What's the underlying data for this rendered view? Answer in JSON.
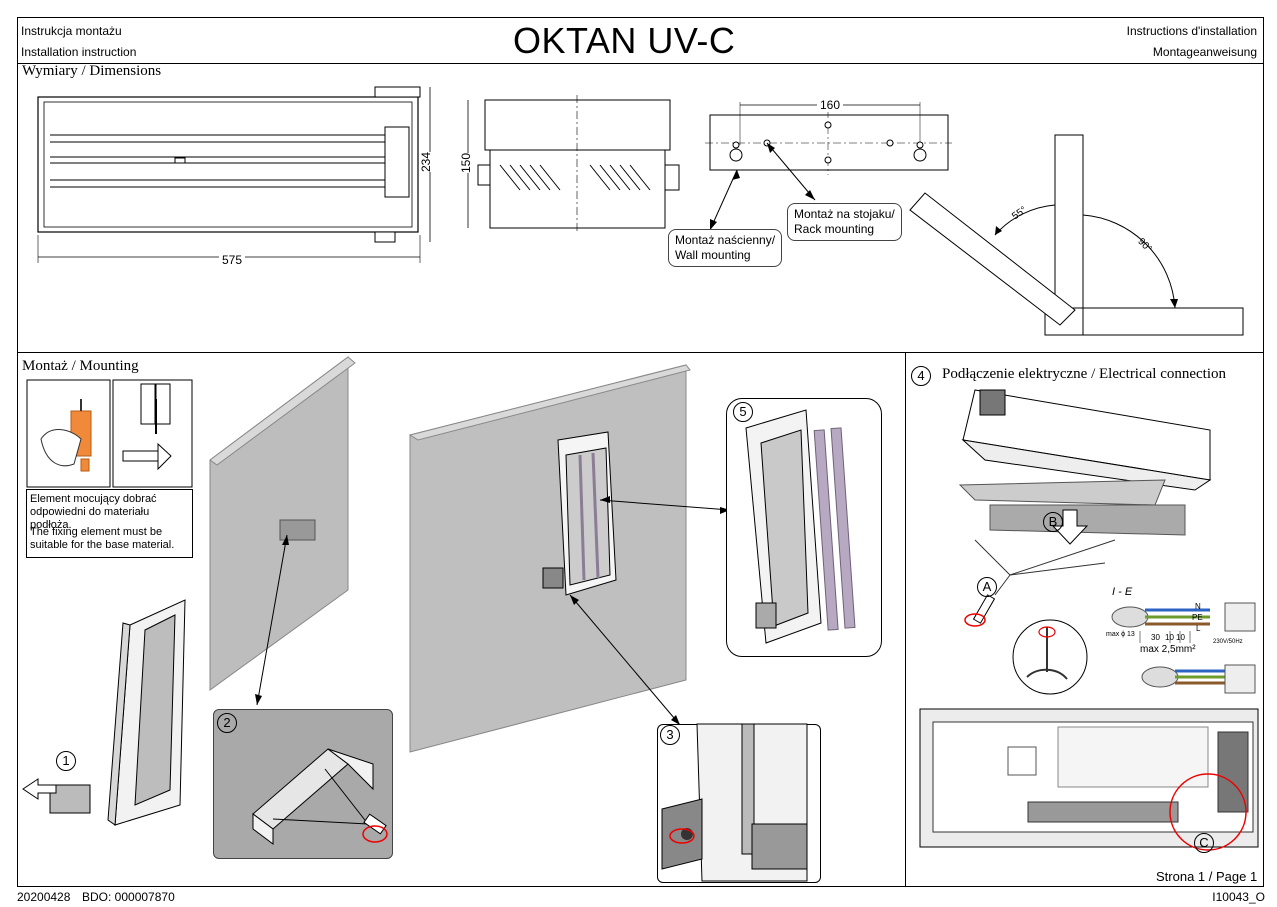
{
  "header": {
    "left_top": "Instrukcja montażu",
    "left_bottom": "Installation instruction",
    "title": "OKTAN UV-C",
    "right_top": "Instructions d'installation",
    "right_bottom": "Montageanweisung"
  },
  "dimensions": {
    "heading": "Wymiary / Dimensions",
    "width_label": "575",
    "height_label": "234",
    "depth_label": "150",
    "hole_spacing_label": "160",
    "wall_mounting_line1": "Montaż naścienny/",
    "wall_mounting_line2": "Wall mounting",
    "rack_mounting_line1": "Montaż na stojaku/",
    "rack_mounting_line2": "Rack mounting",
    "angle_1": "55°",
    "angle_2": "90°"
  },
  "mounting": {
    "heading": "Montaż / Mounting",
    "note_pl": "Element mocujący dobrać odpowiedni do materiału podłoża.",
    "note_en": "The fixing element must be suitable for the base material.",
    "step1": "1",
    "step2": "2",
    "step3": "3",
    "step5": "5"
  },
  "electrical": {
    "step": "4",
    "heading": "Podłączenie elektryczne / Electrical connection",
    "label_a": "A",
    "label_b": "B",
    "label_c": "C",
    "ie_label": "I - E",
    "terminal_n": "N",
    "terminal_pe": "PE",
    "terminal_l": "L",
    "max_diameter": "max ϕ 13",
    "len_30": "30",
    "len_10a": "10",
    "len_10b": "10",
    "max_wire": "max 2,5mm²",
    "voltage": "230V/50Hz"
  },
  "footer": {
    "page": "Strona 1 / Page 1",
    "date": "20200428",
    "bdo": "BDO: 000007870",
    "doc_code": "I10043_O"
  }
}
